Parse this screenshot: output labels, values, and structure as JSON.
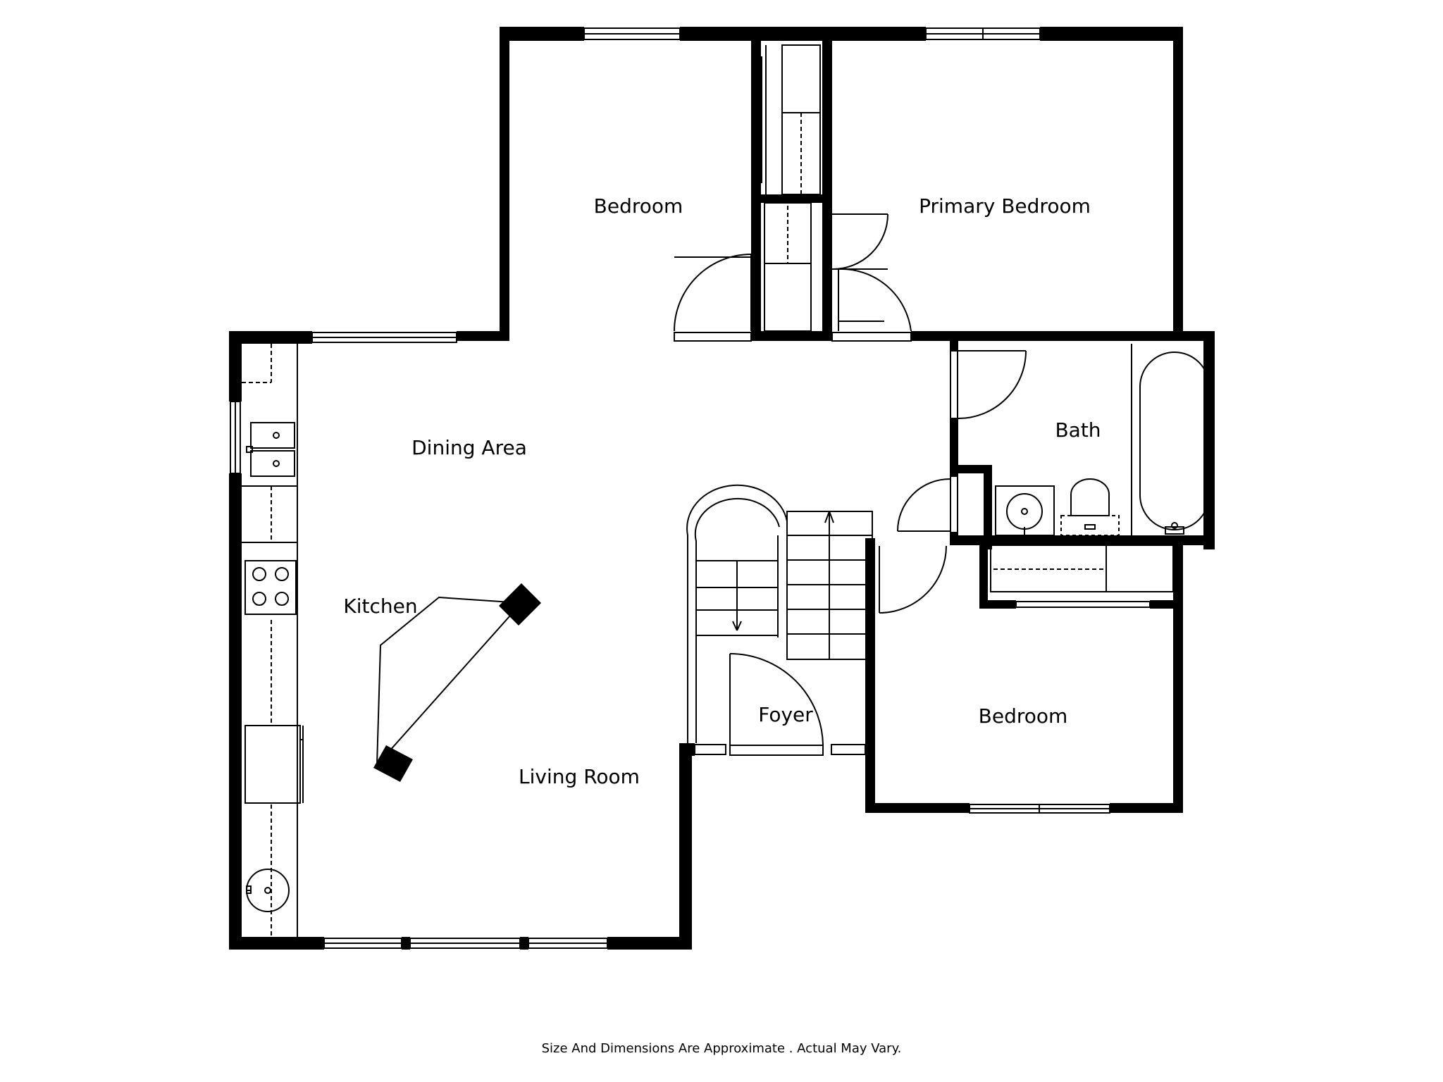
{
  "rooms": {
    "bedroom_top": "Bedroom",
    "primary_bedroom": "Primary Bedroom",
    "dining_area": "Dining Area",
    "bath": "Bath",
    "kitchen": "Kitchen",
    "foyer": "Foyer",
    "bedroom_right": "Bedroom",
    "living_room": "Living Room"
  },
  "footer": {
    "disclaimer": "Size And Dimensions Are Approximate . Actual May Vary."
  },
  "colors": {
    "wall": "#000000",
    "background": "#ffffff"
  }
}
